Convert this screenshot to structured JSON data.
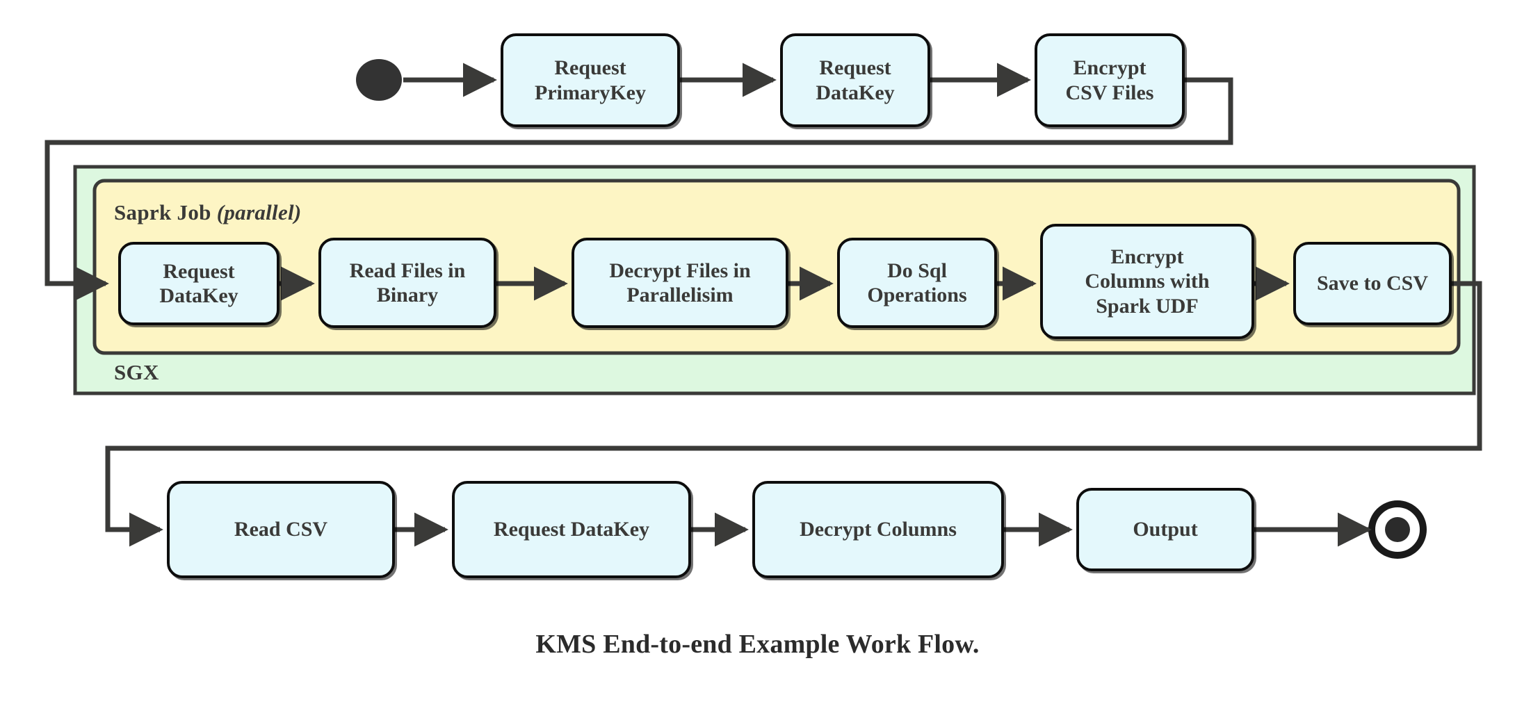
{
  "diagram": {
    "caption": "KMS End-to-end Example Work Flow.",
    "colors": {
      "node_fill": "#e4f8fc",
      "node_border": "#0d0d0d",
      "sgx_region_fill": "#ddf8e0",
      "spark_region_fill": "#fdf5c4",
      "region_border": "#3a3a38",
      "connector": "#3a3a38",
      "text": "#3a3a38"
    },
    "markers": {
      "start": "start-node-filled-circle",
      "end": "end-node-bullseye-circle"
    },
    "regions": [
      {
        "id": "sgx",
        "label": "SGX",
        "label_position": "bottom-left"
      },
      {
        "id": "spark",
        "label_main": "Saprk Job",
        "label_italic": "(parallel)",
        "label_position": "top-left"
      }
    ],
    "rows": {
      "top": {
        "nodes": [
          {
            "id": "request-primarykey",
            "lines": "Request\nPrimaryKey"
          },
          {
            "id": "request-datakey-top",
            "lines": "Request\nDataKey"
          },
          {
            "id": "encrypt-csv-files",
            "lines": "Encrypt\nCSV Files"
          }
        ]
      },
      "middle": {
        "nodes": [
          {
            "id": "request-datakey-spark",
            "lines": "Request\nDataKey"
          },
          {
            "id": "read-files-in-binary",
            "lines": "Read Files in\nBinary"
          },
          {
            "id": "decrypt-files-in-parallelisim",
            "lines": "Decrypt Files in\nParallelisim"
          },
          {
            "id": "do-sql-operations",
            "lines": "Do Sql\nOperations"
          },
          {
            "id": "encrypt-columns-with-spark-udf",
            "lines": "Encrypt\nColumns with\nSpark UDF"
          },
          {
            "id": "save-to-csv",
            "lines": "Save to CSV"
          }
        ]
      },
      "bottom": {
        "nodes": [
          {
            "id": "read-csv",
            "lines": "Read CSV"
          },
          {
            "id": "request-datakey-bottom",
            "lines": "Request DataKey"
          },
          {
            "id": "decrypt-columns",
            "lines": "Decrypt Columns"
          },
          {
            "id": "output",
            "lines": "Output"
          }
        ]
      }
    }
  }
}
